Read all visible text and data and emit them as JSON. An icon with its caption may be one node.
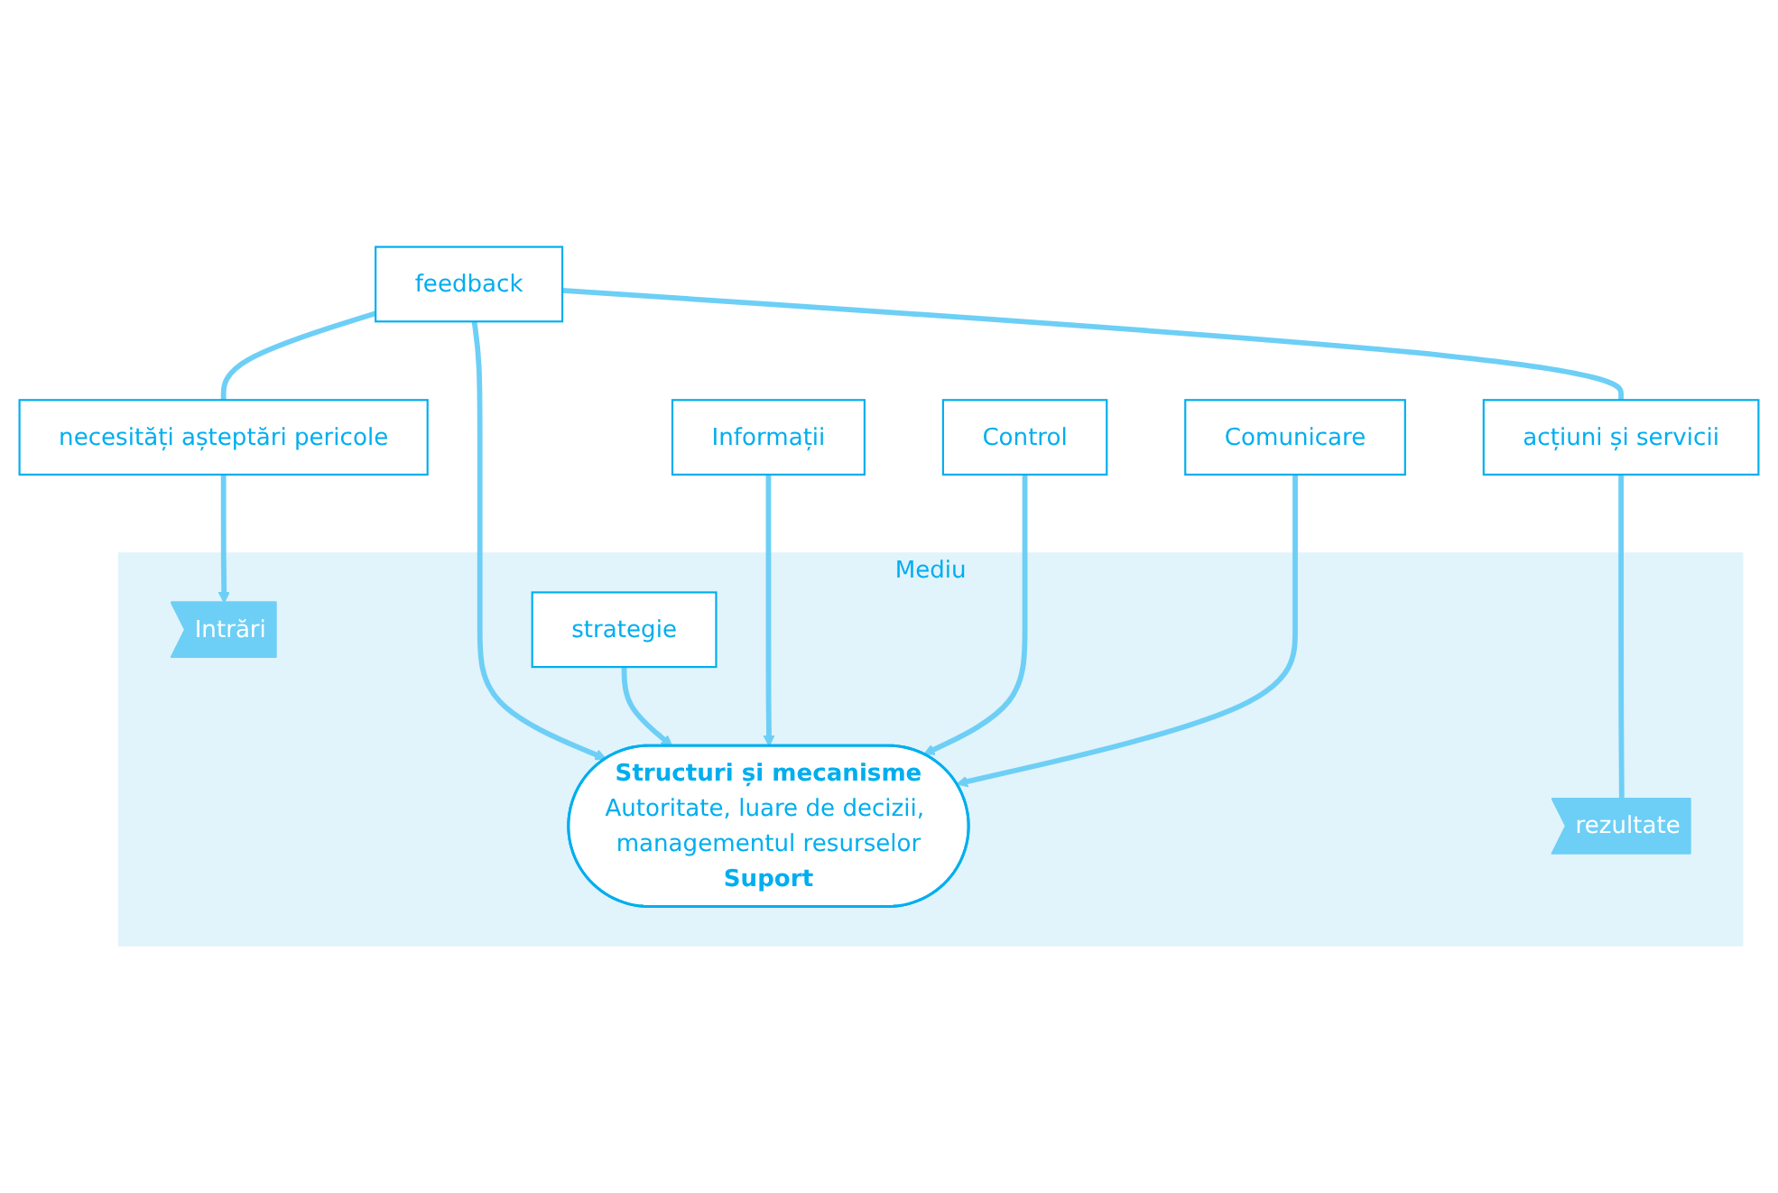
{
  "diagram": {
    "nodes": [
      {
        "text": [
          "Mediu"
        ]
      },
      {
        "text": [
          "necesități așteptări pericole"
        ]
      },
      {
        "text": [
          "feedback"
        ]
      },
      {
        "text": [
          "acțiuni și servicii"
        ]
      },
      {
        "text": [
          "Intrări"
        ],
        "in": 0
      },
      {
        "text": [
          "strategie"
        ],
        "in": 0
      },
      {
        "text": [
          "Structuri și mecanisme",
          "Autoritate, luare de decizii, managementul resurselor",
          "Suport"
        ],
        "in": 0
      },
      {
        "text": [
          "rezultate"
        ],
        "in": 0
      },
      {
        "text": [
          "Informații"
        ]
      },
      {
        "text": [
          "Control"
        ]
      },
      {
        "text": [
          "Comunicare"
        ]
      }
    ],
    "edges": [
      {
        "from": 7,
        "to": 3,
        "arrow": "none"
      },
      {
        "from": 3,
        "to": 2,
        "arrow": "none"
      },
      {
        "from": 2,
        "to": 1,
        "arrow": "none"
      },
      {
        "from": 1,
        "to": 4,
        "arrow": "to"
      },
      {
        "from": 2,
        "to": 6,
        "arrow": "to"
      },
      {
        "from": 5,
        "to": 6,
        "arrow": "to"
      },
      {
        "from": 8,
        "to": 6,
        "arrow": "to"
      },
      {
        "from": 9,
        "to": 6,
        "arrow": "to"
      },
      {
        "from": 10,
        "to": 6,
        "arrow": "to"
      }
    ]
  }
}
